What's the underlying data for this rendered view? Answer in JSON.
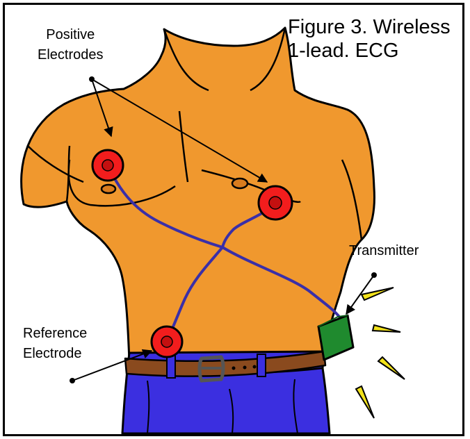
{
  "figure": {
    "caption_line1": "Figure 3. Wireless",
    "caption_line2": "1-lead. ECG"
  },
  "labels": {
    "positive_line1": "Positive",
    "positive_line2": "Electrodes",
    "transmitter": "Transmitter",
    "reference_line1": "Reference",
    "reference_line2": "Electrode"
  },
  "colors": {
    "skin": "#F0982E",
    "electrode": "#F21D1D",
    "wire": "#3A2FA8",
    "transmitter": "#1F8A2E",
    "jeans": "#3B2FE0",
    "belt": "#8A4A1E",
    "signal": "#F2E21A",
    "outline": "#000000"
  }
}
